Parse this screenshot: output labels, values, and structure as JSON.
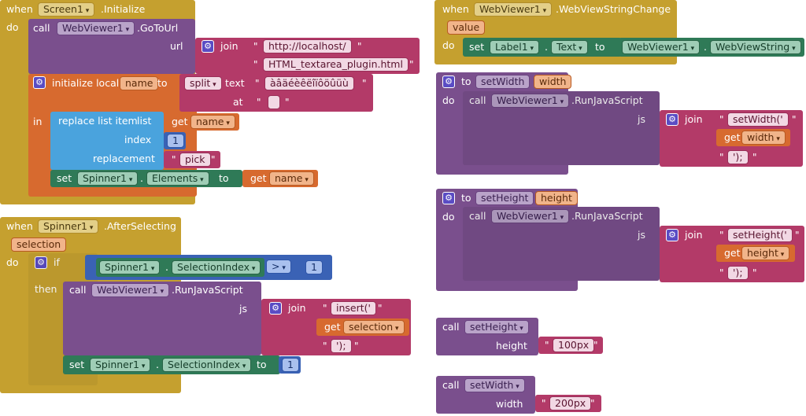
{
  "kw": {
    "when": "when",
    "do": "do",
    "call": "call",
    "set": "set",
    "to": "to",
    "in": "in",
    "if": "if",
    "then": "then",
    "get": "get",
    "join": "join",
    "url": "url",
    "text": "text",
    "at": "at",
    "js": "js",
    "index": "index",
    "replacement": "replacement",
    "list": "list",
    "value": "value",
    "selection": "selection",
    "height": "height",
    "width": "width"
  },
  "screen_init": {
    "component": "Screen1",
    "event": ".Initialize",
    "webviewer": "WebViewer1",
    "method": ".GoToUrl",
    "url1": "http://localhost/",
    "url2": "HTML_textarea_plugin.html",
    "init_local": "initialize local",
    "var_name": "name",
    "split": "split",
    "split_text": "àâäéèêëîïôöûüù",
    "split_at": "",
    "replace": "replace list item",
    "index_val": "1",
    "pick": "pick",
    "spinner": "Spinner1",
    "elements": "Elements"
  },
  "spinner_after": {
    "component": "Spinner1",
    "event": ".AfterSelecting",
    "param": "selection",
    "selection_index": "SelectionIndex",
    "op": ">",
    "op_val": "1",
    "webviewer": "WebViewer1",
    "method": ".RunJavaScript",
    "s1": "insert('",
    "s2": "');",
    "set_val": "1"
  },
  "wv_change": {
    "component": "WebViewer1",
    "event": ".WebViewStringChange",
    "param": "value",
    "label": "Label1",
    "prop": "Text",
    "wv": "WebViewer1",
    "wv_prop": "WebViewString"
  },
  "set_width": {
    "proc": "setWidth",
    "param": "width",
    "webviewer": "WebViewer1",
    "method": ".RunJavaScript",
    "s1": "setWidth('",
    "s2": "');"
  },
  "set_height": {
    "proc": "setHeight",
    "param": "height",
    "webviewer": "WebViewer1",
    "method": ".RunJavaScript",
    "s1": "setHeight('",
    "s2": "');"
  },
  "call_height": {
    "proc": "setHeight",
    "arg": "100px"
  },
  "call_width": {
    "proc": "setWidth",
    "arg": "200px"
  },
  "icons": {
    "gear": "gear-icon",
    "quote": "quote-icon"
  }
}
